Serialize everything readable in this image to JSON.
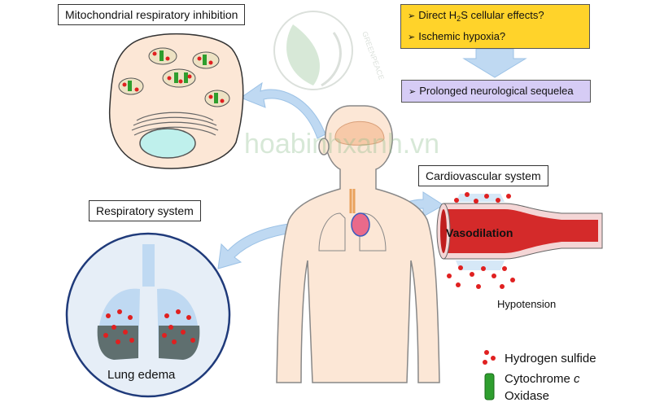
{
  "titles": {
    "mitochondrial": "Mitochondrial respiratory inhibition",
    "cardiovascular": "Cardiovascular system",
    "respiratory": "Respiratory system"
  },
  "callout_top": {
    "items": [
      {
        "pre": "Direct H",
        "sub": "2",
        "post": "S cellular effects?"
      },
      {
        "pre": "Ischemic hypoxia?",
        "sub": "",
        "post": ""
      }
    ],
    "bullet": "➢",
    "color": "#FFD32A"
  },
  "callout_bottom": {
    "text": "Prolonged neurological sequelea",
    "bullet": "➢",
    "color": "#D6CCF5"
  },
  "labels": {
    "vasodilation": "Vasodilation",
    "hypotension": "Hypotension",
    "lung_edema": "Lung edema"
  },
  "legend": {
    "hydrogen_sulfide": "Hydrogen sulfide",
    "cytochrome_pre": "Cytochrome ",
    "cytochrome_italic": "c",
    "oxidase": "Oxidase"
  },
  "watermark": {
    "site": "hoabinhxanh.vn",
    "logo_text": "GREENPEACE"
  },
  "colors": {
    "h2s_dot": "#E02020",
    "cytochrome": "#2E9E2E",
    "arrow": "#BFD9F2",
    "skin": "#FCE7D6",
    "vessel": "#D42A2A"
  }
}
